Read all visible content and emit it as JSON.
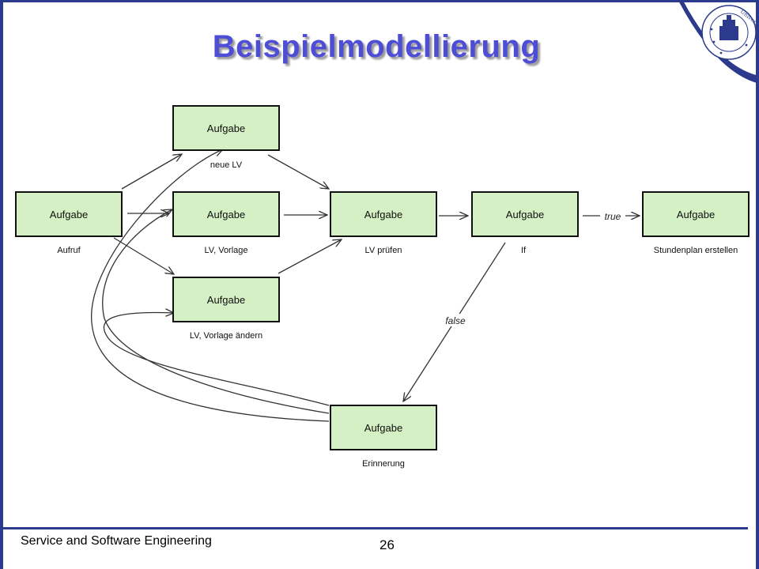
{
  "slide": {
    "title": "Beispielmodellierung",
    "footer_text": "Service and Software Engineering",
    "page_number": "26",
    "logo_text": "Universität Potsdam"
  },
  "colors": {
    "frame": "#2b3a8c",
    "title": "#4d4dd6",
    "node_fill": "#d4f0c4",
    "node_border": "#111111",
    "edge": "#333333"
  },
  "nodes": {
    "aufruf": {
      "type_label": "Aufgabe",
      "caption": "Aufruf"
    },
    "neue_lv": {
      "type_label": "Aufgabe",
      "caption": "neue LV"
    },
    "lv_vorlage": {
      "type_label": "Aufgabe",
      "caption": "LV, Vorlage"
    },
    "lv_vorlage_aendern": {
      "type_label": "Aufgabe",
      "caption": "LV, Vorlage ändern"
    },
    "lv_pruefen": {
      "type_label": "Aufgabe",
      "caption": "LV prüfen"
    },
    "if": {
      "type_label": "Aufgabe",
      "caption": "If"
    },
    "stundenplan": {
      "type_label": "Aufgabe",
      "caption": "Stundenplan erstellen"
    },
    "erinnerung": {
      "type_label": "Aufgabe",
      "caption": "Erinnerung"
    }
  },
  "edges": {
    "true_label": "true",
    "false_label": "false"
  }
}
